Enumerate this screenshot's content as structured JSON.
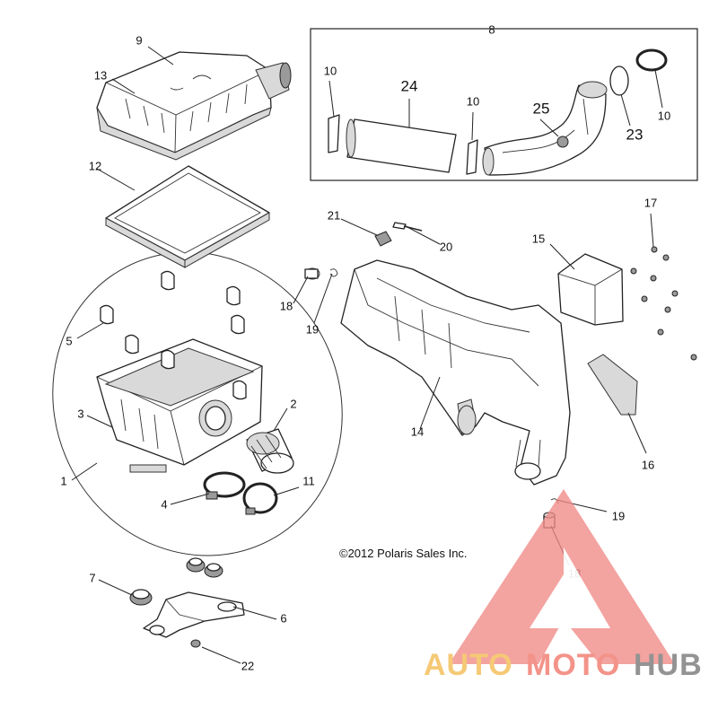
{
  "diagram": {
    "callouts": [
      {
        "id": "c1",
        "label": "1"
      },
      {
        "id": "c2",
        "label": "2"
      },
      {
        "id": "c3",
        "label": "3"
      },
      {
        "id": "c4",
        "label": "4"
      },
      {
        "id": "c5",
        "label": "5"
      },
      {
        "id": "c6",
        "label": "6"
      },
      {
        "id": "c7",
        "label": "7"
      },
      {
        "id": "c8",
        "label": "8"
      },
      {
        "id": "c9",
        "label": "9"
      },
      {
        "id": "c10a",
        "label": "10"
      },
      {
        "id": "c10b",
        "label": "10"
      },
      {
        "id": "c10c",
        "label": "10"
      },
      {
        "id": "c11",
        "label": "11"
      },
      {
        "id": "c12",
        "label": "12"
      },
      {
        "id": "c13",
        "label": "13"
      },
      {
        "id": "c14",
        "label": "14"
      },
      {
        "id": "c15",
        "label": "15"
      },
      {
        "id": "c16",
        "label": "16"
      },
      {
        "id": "c17",
        "label": "17"
      },
      {
        "id": "c18a",
        "label": "18"
      },
      {
        "id": "c18b",
        "label": "18"
      },
      {
        "id": "c19a",
        "label": "19"
      },
      {
        "id": "c19b",
        "label": "19"
      },
      {
        "id": "c20",
        "label": "20"
      },
      {
        "id": "c21",
        "label": "21"
      },
      {
        "id": "c22",
        "label": "22"
      },
      {
        "id": "c23",
        "label": "23"
      },
      {
        "id": "c24",
        "label": "24"
      },
      {
        "id": "c25",
        "label": "25"
      }
    ],
    "copyright": "©2012 Polaris Sales Inc."
  },
  "watermark": {
    "part1": "AUTO",
    "part2": "MOTO",
    "part3": "HUB",
    "colors": {
      "auto": "#f5c56a",
      "moto": "#f28a80",
      "hub": "#8a8a8a",
      "triangle": "#f08a86"
    }
  }
}
